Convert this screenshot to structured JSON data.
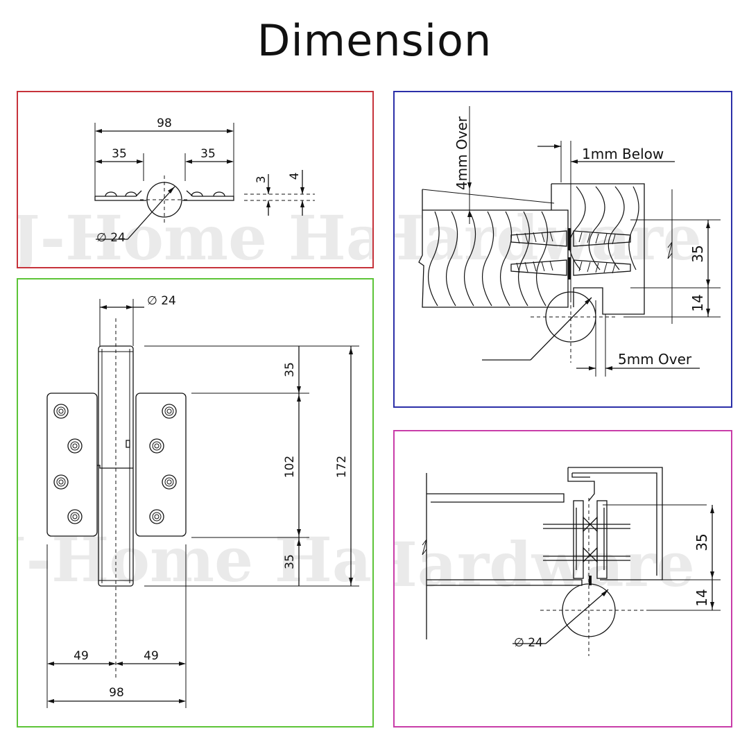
{
  "page": {
    "title": "Dimension"
  },
  "watermark": {
    "text": "J-Home Hardware"
  },
  "colors": {
    "top_left_border": "#c6323a",
    "bottom_left_border": "#5cc437",
    "top_right_border": "#2b2fa8",
    "bottom_right_border": "#c83ca8"
  },
  "top_view": {
    "overall_width": "98",
    "left_leaf": "35",
    "right_leaf": "35",
    "thickness_a": "3",
    "thickness_b": "4",
    "knuckle_diameter": "∅ 24"
  },
  "front_view": {
    "knuckle_diameter": "∅ 24",
    "top_knuckle": "35",
    "leaf_height": "102",
    "overall_height": "172",
    "bottom_knuckle": "35",
    "left_half_width": "49",
    "right_half_width": "49",
    "overall_width": "98"
  },
  "install_view": {
    "door_offset": "4mm Over",
    "frame_offset": "1mm Below",
    "leaf_spacing": "35",
    "axis_offset": "14",
    "knuckle_offset": "5mm Over"
  },
  "frame_section": {
    "leaf_spacing": "35",
    "axis_offset": "14",
    "knuckle_diameter": "∅ 24"
  }
}
